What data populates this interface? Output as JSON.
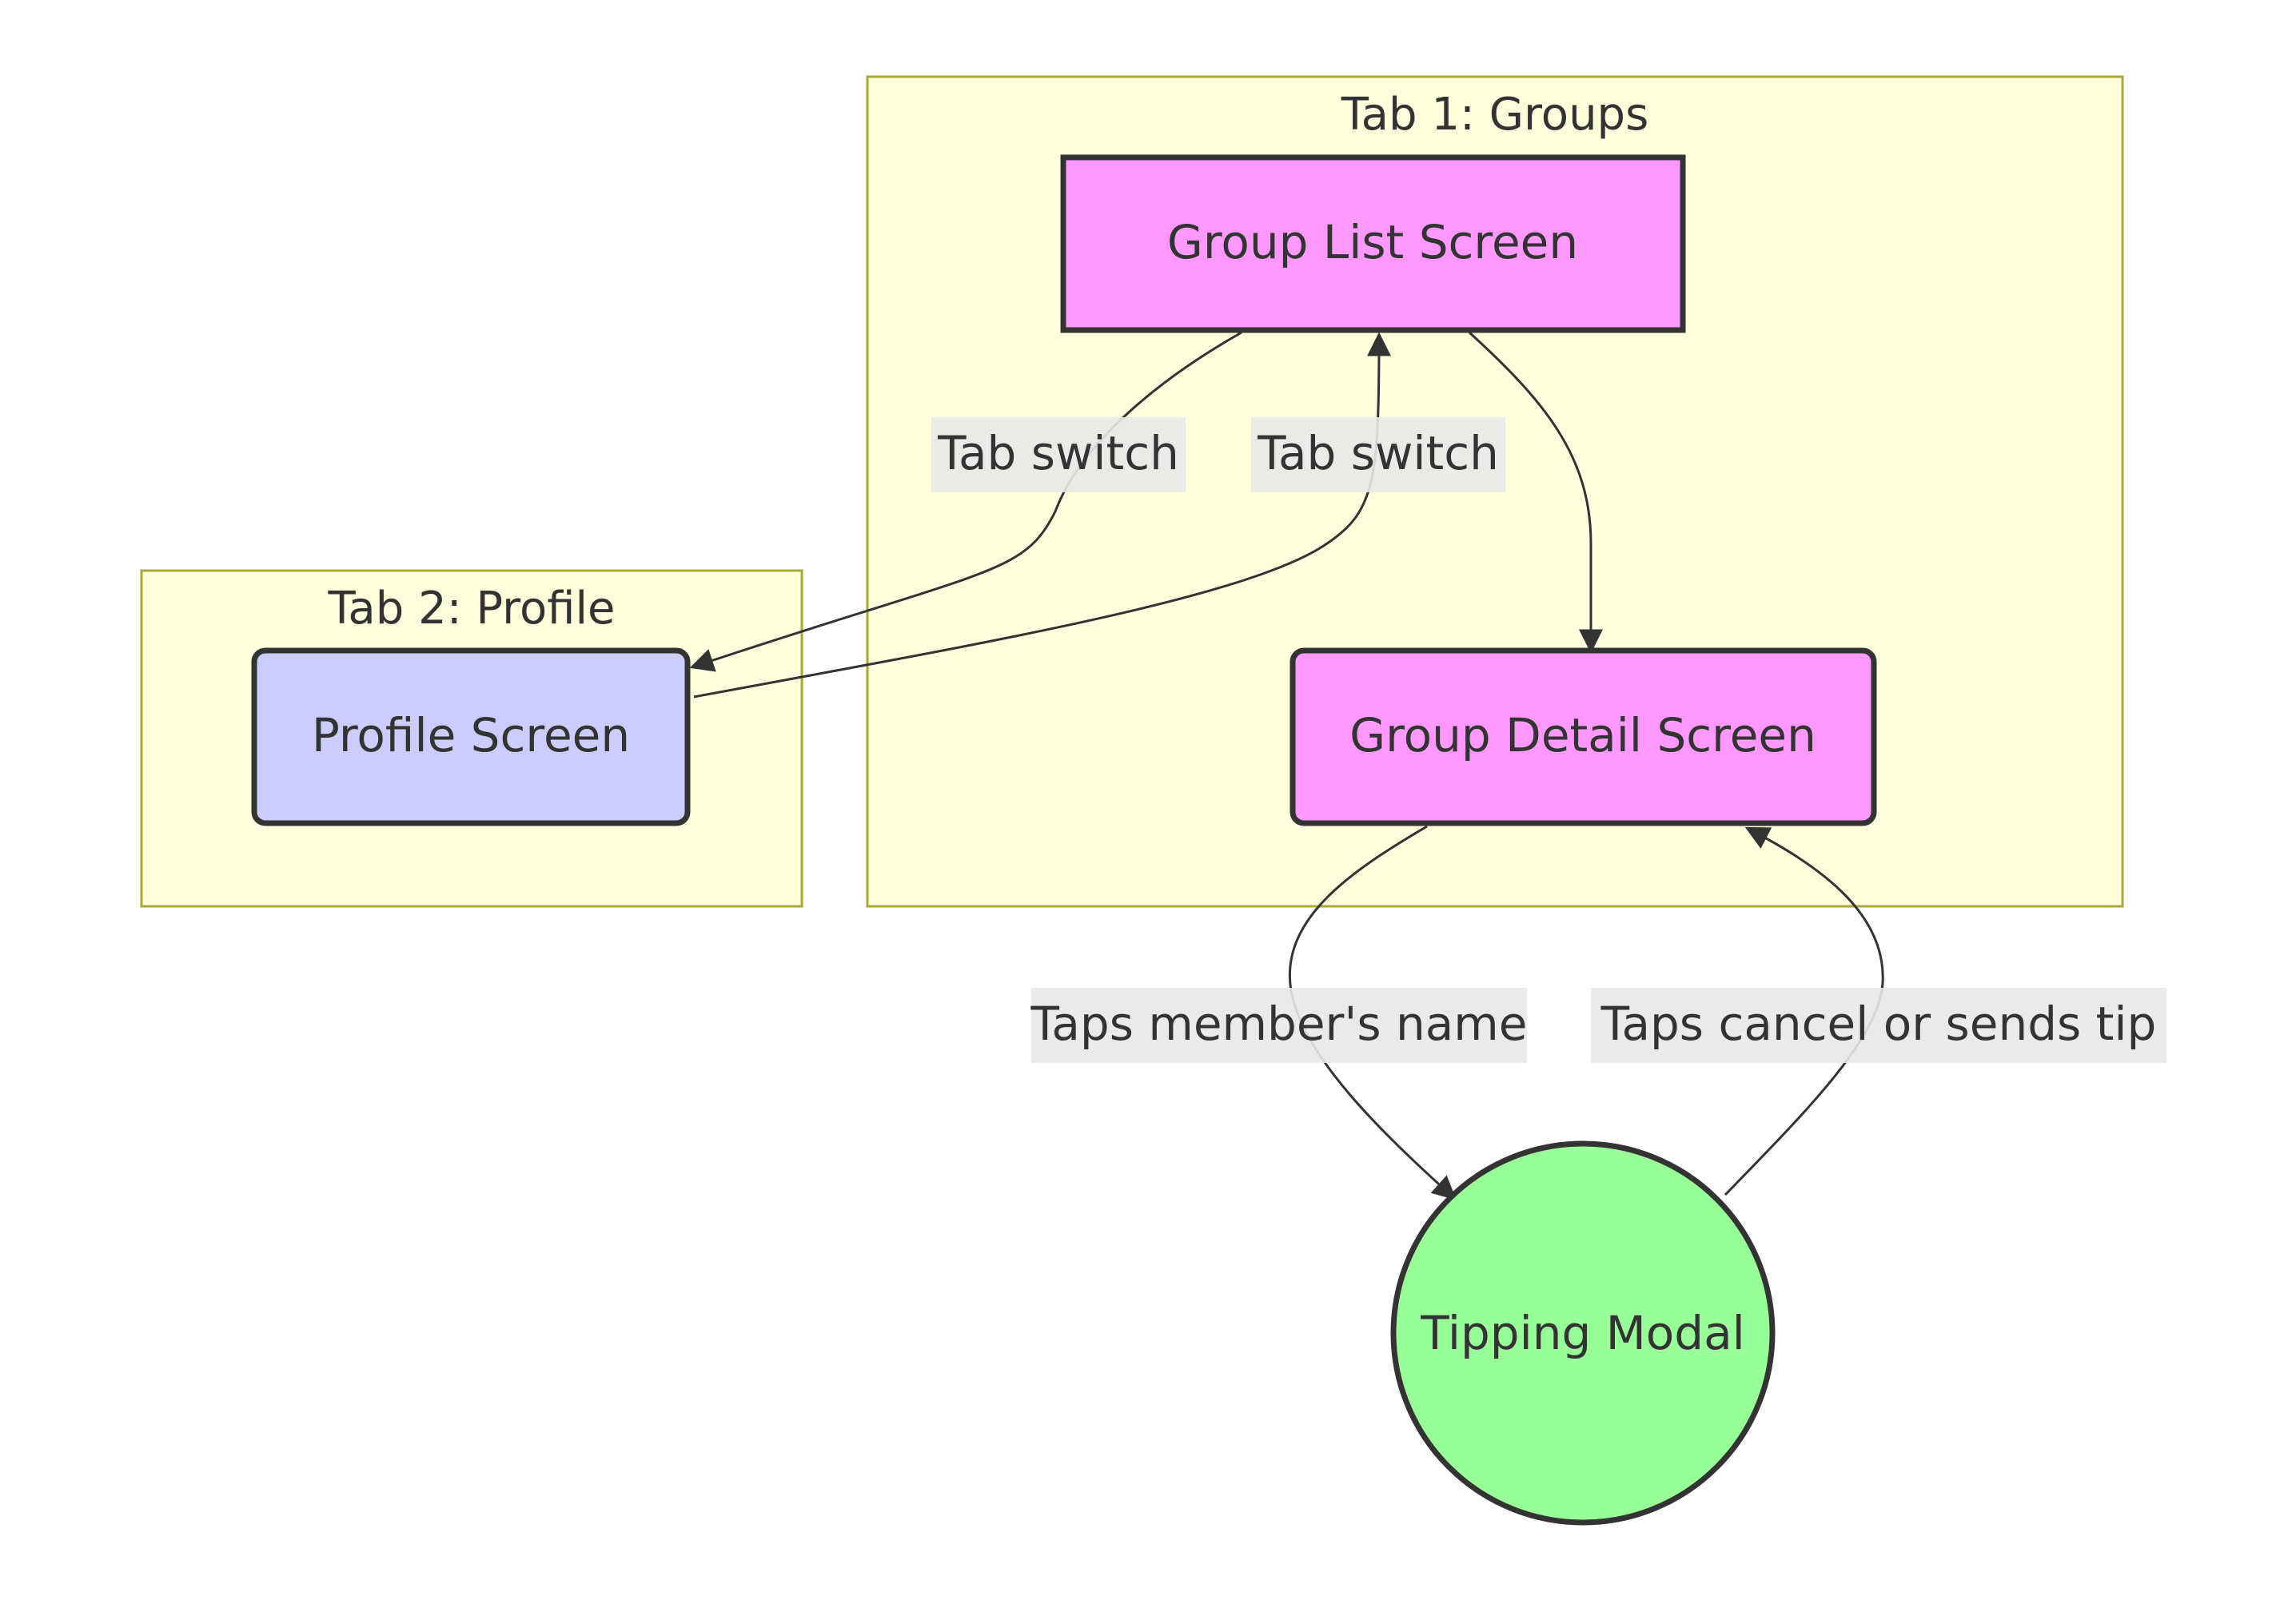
{
  "diagram": {
    "clusters": {
      "groups": {
        "title": "Tab 1: Groups"
      },
      "profile": {
        "title": "Tab 2: Profile"
      }
    },
    "nodes": {
      "group_list": {
        "label": "Group List Screen",
        "fill": "#ff99ff"
      },
      "group_detail": {
        "label": "Group Detail Screen",
        "fill": "#ff99ff"
      },
      "profile": {
        "label": "Profile Screen",
        "fill": "#ccccff"
      },
      "tipping_modal": {
        "label": "Tipping Modal",
        "fill": "#99ff99"
      }
    },
    "edges": {
      "list_to_profile": {
        "label": "Tab switch"
      },
      "profile_to_list": {
        "label": "Tab switch"
      },
      "detail_to_modal": {
        "label": "Taps member's name"
      },
      "modal_to_detail": {
        "label": "Taps cancel or sends tip"
      }
    },
    "colors": {
      "cluster_fill": "#ffffde",
      "cluster_stroke": "#aaaa33",
      "node_stroke": "#333333",
      "edge_label_bg": "#e8e8e8"
    }
  }
}
